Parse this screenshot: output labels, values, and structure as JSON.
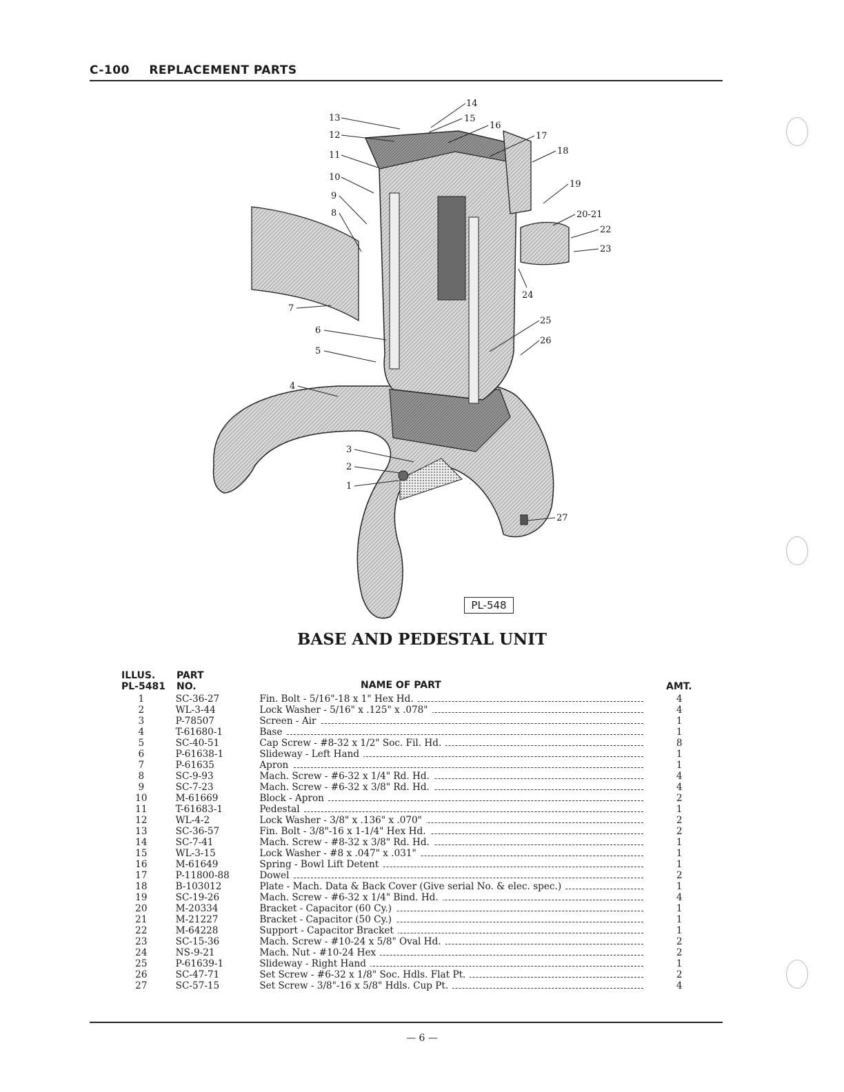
{
  "header": {
    "code": "C-100",
    "title": "REPLACEMENT PARTS"
  },
  "figure": {
    "badge": "PL-548",
    "title": "BASE AND PEDESTAL UNIT",
    "callouts": [
      "1",
      "2",
      "3",
      "4",
      "5",
      "6",
      "7",
      "8",
      "9",
      "10",
      "11",
      "12",
      "13",
      "14",
      "15",
      "16",
      "17",
      "18",
      "19",
      "20-21",
      "22",
      "23",
      "24",
      "25",
      "26",
      "27"
    ]
  },
  "table": {
    "col_illus_1": "ILLUS.",
    "col_illus_2": "PL-5481",
    "col_part_1": "PART",
    "col_part_2": "NO.",
    "col_name": "NAME OF PART",
    "col_amt": "AMT.",
    "rows": [
      {
        "illus": "1",
        "part": "SC-36-27",
        "name": "Fin. Bolt - 5/16\"-18 x 1\" Hex Hd.",
        "amt": "4"
      },
      {
        "illus": "2",
        "part": "WL-3-44",
        "name": "Lock Washer - 5/16\" x .125\" x .078\"",
        "amt": "4"
      },
      {
        "illus": "3",
        "part": "P-78507",
        "name": "Screen - Air",
        "amt": "1"
      },
      {
        "illus": "4",
        "part": "T-61680-1",
        "name": "Base",
        "amt": "1"
      },
      {
        "illus": "5",
        "part": "SC-40-51",
        "name": "Cap Screw - #8-32 x 1/2\" Soc. Fil. Hd.",
        "amt": "8"
      },
      {
        "illus": "6",
        "part": "P-61638-1",
        "name": "Slideway - Left Hand",
        "amt": "1"
      },
      {
        "illus": "7",
        "part": "P-61635",
        "name": "Apron",
        "amt": "1"
      },
      {
        "illus": "8",
        "part": "SC-9-93",
        "name": "Mach. Screw - #6-32 x 1/4\" Rd. Hd.",
        "amt": "4"
      },
      {
        "illus": "9",
        "part": "SC-7-23",
        "name": "Mach. Screw - #6-32 x 3/8\" Rd. Hd.",
        "amt": "4"
      },
      {
        "illus": "10",
        "part": "M-61669",
        "name": "Block - Apron",
        "amt": "2"
      },
      {
        "illus": "11",
        "part": "T-61683-1",
        "name": "Pedestal",
        "amt": "1"
      },
      {
        "illus": "12",
        "part": "WL-4-2",
        "name": "Lock Washer - 3/8\" x .136\" x .070\"",
        "amt": "2"
      },
      {
        "illus": "13",
        "part": "SC-36-57",
        "name": "Fin. Bolt - 3/8\"-16 x 1-1/4\" Hex Hd.",
        "amt": "2"
      },
      {
        "illus": "14",
        "part": "SC-7-41",
        "name": "Mach. Screw - #8-32 x 3/8\" Rd. Hd.",
        "amt": "1"
      },
      {
        "illus": "15",
        "part": "WL-3-15",
        "name": "Lock Washer - #8 x .047\" x .031\"",
        "amt": "1"
      },
      {
        "illus": "16",
        "part": "M-61649",
        "name": "Spring - Bowl Lift Detent",
        "amt": "1"
      },
      {
        "illus": "17",
        "part": "P-11800-88",
        "name": "Dowel",
        "amt": "2"
      },
      {
        "illus": "18",
        "part": "B-103012",
        "name": "Plate - Mach. Data & Back Cover (Give serial No. & elec. spec.)",
        "amt": "1"
      },
      {
        "illus": "19",
        "part": "SC-19-26",
        "name": "Mach. Screw - #6-32 x 1/4\" Bind. Hd.",
        "amt": "4"
      },
      {
        "illus": "20",
        "part": "M-20334",
        "name": "Bracket - Capacitor (60 Cy.)",
        "amt": "1"
      },
      {
        "illus": "21",
        "part": "M-21227",
        "name": "Bracket - Capacitor (50 Cy.)",
        "amt": "1"
      },
      {
        "illus": "22",
        "part": "M-64228",
        "name": "Support - Capacitor Bracket",
        "amt": "1"
      },
      {
        "illus": "23",
        "part": "SC-15-36",
        "name": "Mach. Screw - #10-24 x 5/8\" Oval Hd.",
        "amt": "2"
      },
      {
        "illus": "24",
        "part": "NS-9-21",
        "name": "Mach. Nut - #10-24 Hex",
        "amt": "2"
      },
      {
        "illus": "25",
        "part": "P-61639-1",
        "name": "Slideway - Right Hand",
        "amt": "1"
      },
      {
        "illus": "26",
        "part": "SC-47-71",
        "name": "Set Screw - #6-32 x 1/8\" Soc. Hdls. Flat Pt.",
        "amt": "2"
      },
      {
        "illus": "27",
        "part": "SC-57-15",
        "name": "Set Screw - 3/8\"-16 x 5/8\" Hdls. Cup Pt.",
        "amt": "4"
      }
    ]
  },
  "footer": {
    "page": "— 6 —"
  }
}
